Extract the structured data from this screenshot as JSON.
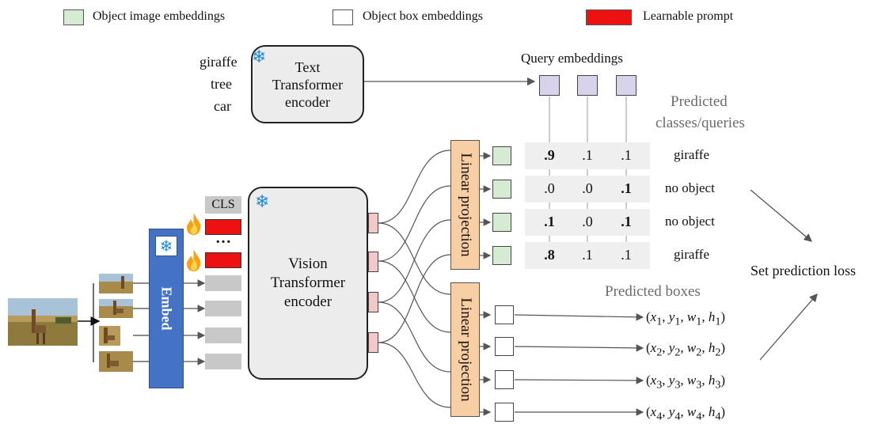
{
  "legend": {
    "items": [
      {
        "label": "Object image embeddings",
        "color": "#d6ecd2"
      },
      {
        "label": "Object box embeddings",
        "color": "#ffffff"
      },
      {
        "label": "Learnable prompt",
        "color": "#ee1111"
      }
    ]
  },
  "text_encoder": {
    "title_line1": "Text",
    "title_line2": "Transformer",
    "title_line3": "encoder",
    "queries": [
      "giraffe",
      "tree",
      "car"
    ]
  },
  "query_label": "Query embeddings",
  "vision_encoder": {
    "title_line1": "Vision",
    "title_line2": "Transformer",
    "title_line3": "encoder",
    "cls_label": "CLS",
    "ellipsis": "…"
  },
  "embed_label": "Embed",
  "linear_projection_label": "Linear projection",
  "predicted_classes_label_line1": "Predicted",
  "predicted_classes_label_line2": "classes/queries",
  "scores": [
    {
      "values": [
        ".9",
        ".1",
        ".1"
      ],
      "bold": [
        true,
        false,
        false
      ],
      "label": "giraffe"
    },
    {
      "values": [
        ".0",
        ".0",
        ".1"
      ],
      "bold": [
        false,
        false,
        true
      ],
      "label": "no object"
    },
    {
      "values": [
        ".1",
        ".0",
        ".1"
      ],
      "bold": [
        true,
        false,
        true
      ],
      "label": "no object"
    },
    {
      "values": [
        ".8",
        ".1",
        ".1"
      ],
      "bold": [
        true,
        false,
        false
      ],
      "label": "giraffe"
    }
  ],
  "predicted_boxes_label": "Predicted boxes",
  "boxes": [
    {
      "x": "x",
      "y": "y",
      "w": "w",
      "h": "h",
      "sub": "1"
    },
    {
      "x": "x",
      "y": "y",
      "w": "w",
      "h": "h",
      "sub": "2"
    },
    {
      "x": "x",
      "y": "y",
      "w": "w",
      "h": "h",
      "sub": "3"
    },
    {
      "x": "x",
      "y": "y",
      "w": "w",
      "h": "h",
      "sub": "4"
    }
  ],
  "loss_label": "Set prediction loss",
  "colors": {
    "embed_blue": "#4472c4",
    "linear_orange": "#f8cfa5",
    "snowflake": "#1a8cd8"
  }
}
